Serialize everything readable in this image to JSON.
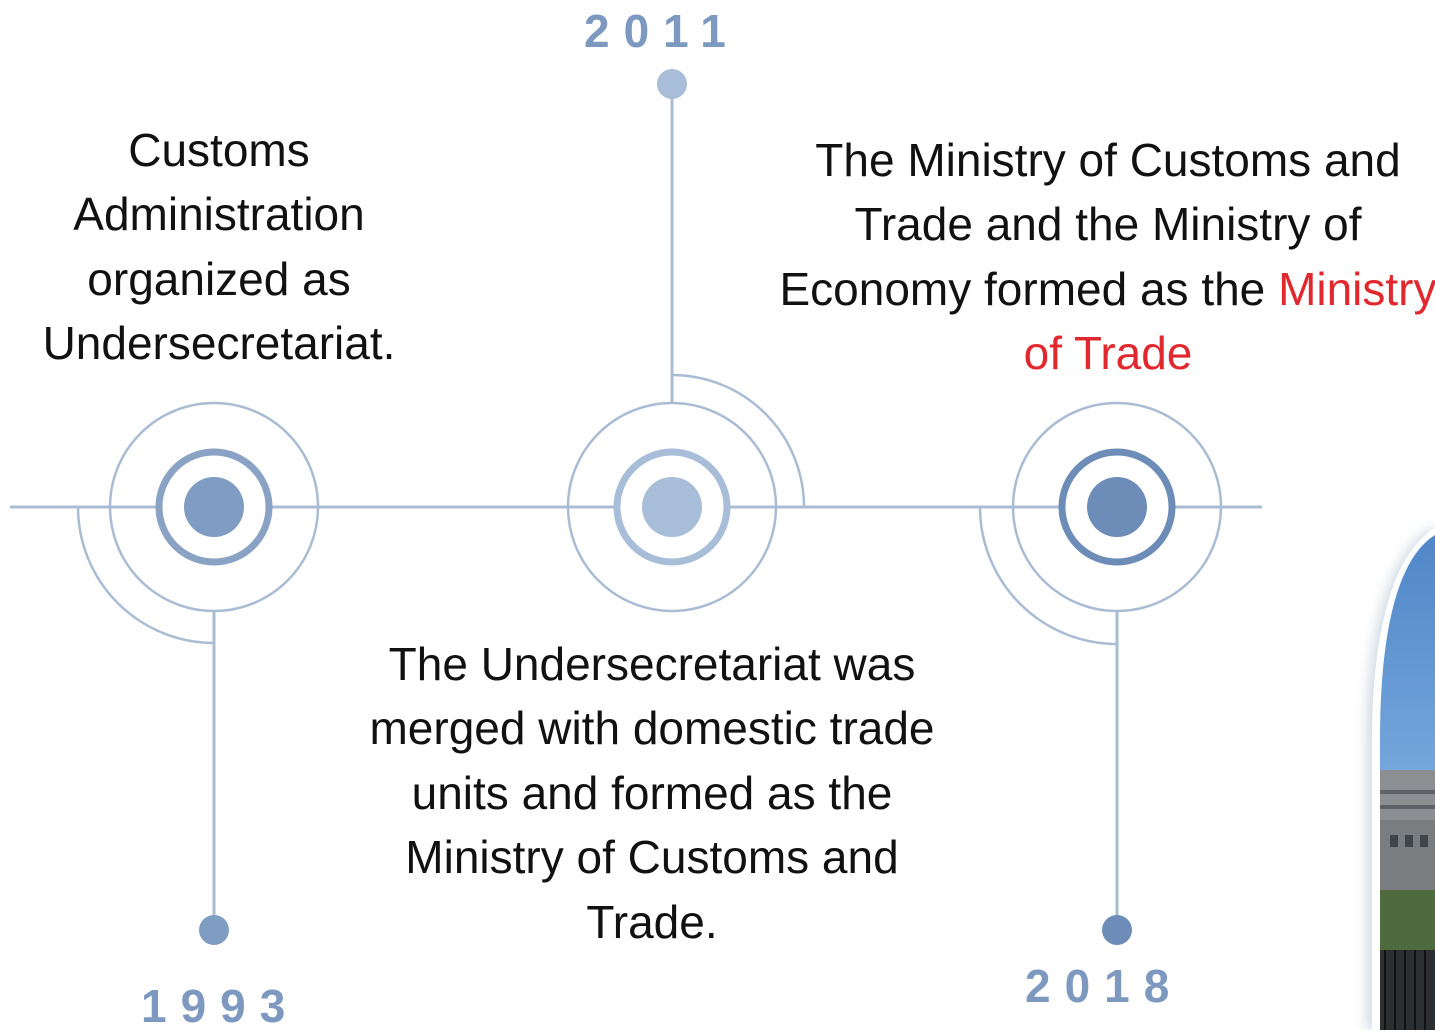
{
  "colors": {
    "line": "#a9bcd3",
    "ring": "#8aa2c3",
    "node_dark": "#6d8db8",
    "node_mid": "#7f9cc2",
    "node_light": "#a8bdd8",
    "year_text": "#7d99c0",
    "accent_text": "#e0282e",
    "body_text": "#111111"
  },
  "milestones": [
    {
      "year": "1993",
      "description": "Customs Administration organized as Undersecretariat."
    },
    {
      "year": "2011",
      "description": "The Undersecretariat was merged with domestic trade units and formed as the Ministry of Customs and Trade."
    },
    {
      "year": "2018",
      "description": "The Ministry of Customs and Trade and the Ministry of Economy formed as the",
      "highlight": "Ministry of Trade"
    }
  ],
  "photo": {
    "subject": "ministry-building-photo"
  }
}
